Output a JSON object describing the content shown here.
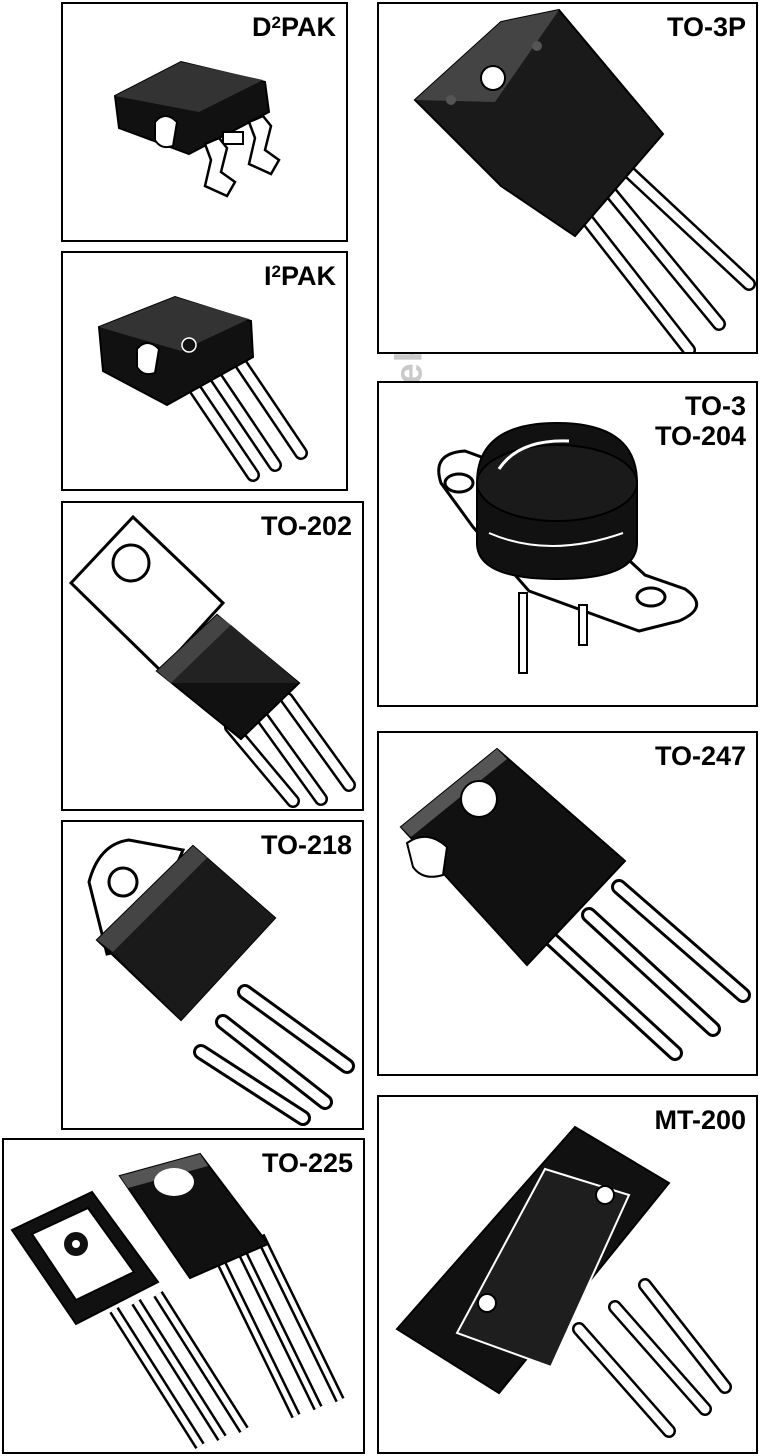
{
  "watermark": "www.sandielektronik.com",
  "packages": [
    {
      "id": "d2pak",
      "base": "D",
      "sup": "2",
      "rest": "PAK"
    },
    {
      "id": "i2pak",
      "base": "I",
      "sup": "2",
      "rest": "PAK"
    },
    {
      "id": "to202",
      "lines": [
        "TO-202"
      ]
    },
    {
      "id": "to218",
      "lines": [
        "TO-218"
      ]
    },
    {
      "id": "to225",
      "lines": [
        "TO-225"
      ]
    },
    {
      "id": "to3p",
      "lines": [
        "TO-3P"
      ]
    },
    {
      "id": "to3",
      "lines": [
        "TO-3",
        "TO-204"
      ]
    },
    {
      "id": "to247",
      "lines": [
        "TO-247"
      ]
    },
    {
      "id": "mt200",
      "lines": [
        "MT-200"
      ]
    }
  ]
}
